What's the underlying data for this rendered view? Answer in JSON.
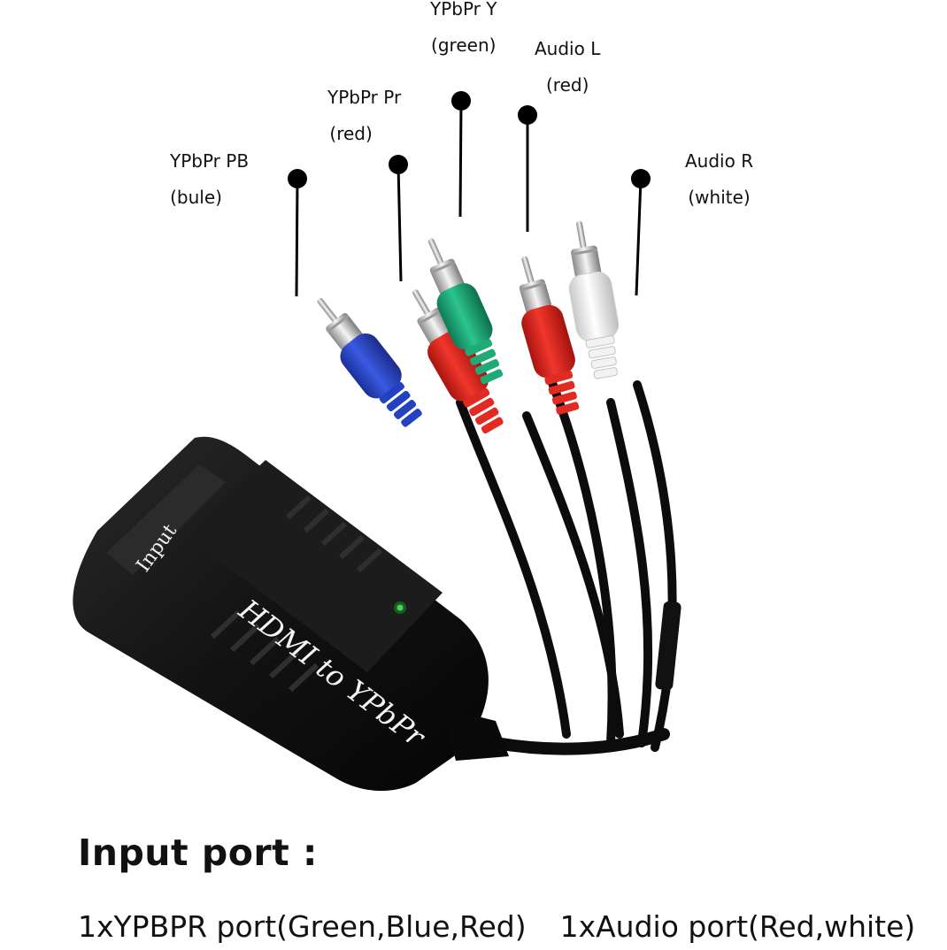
{
  "callouts": [
    {
      "name": "ypbpr-pb",
      "line1": "YPbPr PB",
      "line2": "(bule)"
    },
    {
      "name": "ypbpr-pr",
      "line1": "YPbPr Pr",
      "line2": "(red)"
    },
    {
      "name": "ypbpr-y",
      "line1": "YPbPr Y",
      "line2": "(green)"
    },
    {
      "name": "audio-l",
      "line1": "Audio L",
      "line2": "(red)"
    },
    {
      "name": "audio-r",
      "line1": "Audio R",
      "line2": "(white)"
    }
  ],
  "device": {
    "port_label": "Input",
    "title": "HDMI to YPbPr"
  },
  "info": {
    "heading": "Input port :",
    "ypbpr_port": "1xYPBPR port(Green,Blue,Red)",
    "audio_port": "1xAudio port(Red,white)"
  },
  "colors": {
    "blue_plug": "#2a47c4",
    "red_plug": "#e02a22",
    "green_plug": "#1faa78",
    "white_plug": "#f2f2f2",
    "device_body": "#151515",
    "led": "#3dd65a"
  }
}
